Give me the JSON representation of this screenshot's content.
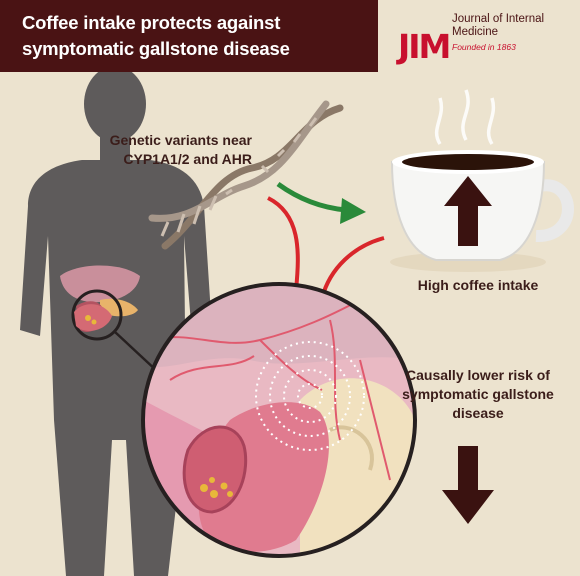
{
  "title": "Coffee intake protects against symptomatic gallstone disease",
  "logo": {
    "mark": "JIM",
    "name": "Journal of Internal Medicine",
    "founded": "Founded in 1863"
  },
  "labels": {
    "genetic": "Genetic variants near CYP1A1/2 and AHR",
    "coffee": "High coffee intake",
    "risk": "Causally lower risk of symptomatic gallstone disease"
  },
  "colors": {
    "banner": "#4a1314",
    "brand_red": "#c8102e",
    "background": "#ece3cf",
    "activation_arrow": "#2a8a3a",
    "inhibition": "#d9262b",
    "arrow_dark": "#3a1210"
  },
  "icons": [
    "human-silhouette-icon",
    "dna-helix-icon",
    "coffee-cup-icon",
    "gallbladder-magnifier-icon",
    "up-arrow-icon",
    "down-arrow-icon"
  ]
}
